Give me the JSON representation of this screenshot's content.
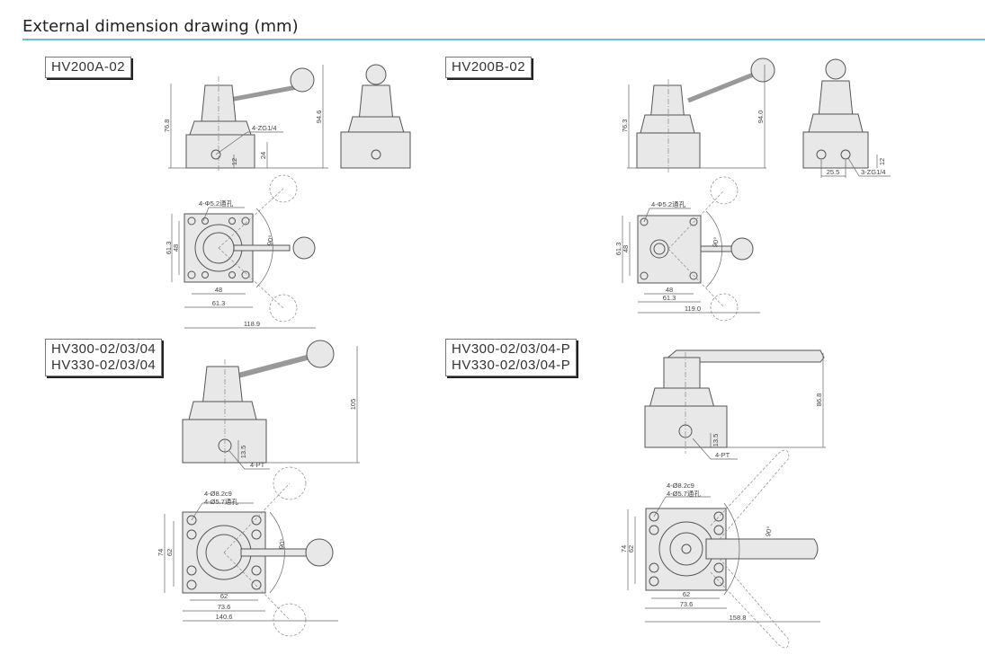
{
  "header": {
    "title": "External dimension drawing (mm)",
    "accent_color": "#6fbcd8"
  },
  "models": [
    {
      "labels": [
        "HV200A-02"
      ],
      "dims": {
        "height_body": "76.8",
        "height_total": "94.6",
        "port": "4-ZG1/4",
        "port_height": "12",
        "base_height": "24",
        "holes": "4-Φ5.2通孔",
        "inner": "48",
        "outer": "61.3",
        "inner_v": "48",
        "outer_v": "61.3",
        "total": "118.9",
        "angle": "90°"
      }
    },
    {
      "labels": [
        "HV200B-02"
      ],
      "dims": {
        "height_body": "76.3",
        "height_total": "94.0",
        "port_height": "12",
        "port_spacing": "25.5",
        "port": "3-ZG1/4",
        "holes": "4-Φ5.2通孔",
        "inner": "48",
        "outer": "61.3",
        "inner_v": "48",
        "outer_v": "61.3",
        "total": "119.0",
        "angle": "90°"
      }
    },
    {
      "labels": [
        "HV300-02/03/04",
        "HV330-02/03/04"
      ],
      "dims": {
        "height_total": "105",
        "port_height": "13.5",
        "port": "4-PT",
        "pin": "4-Ø8.2c9",
        "holes": "4-Ø5.7通孔",
        "inner": "62",
        "outer": "73.6",
        "inner_v": "62",
        "outer_v": "74",
        "total": "140.6",
        "angle": "90°"
      }
    },
    {
      "labels": [
        "HV300-02/03/04-P",
        "HV330-02/03/04-P"
      ],
      "dims": {
        "height_total": "86.8",
        "port_height": "13.5",
        "port": "4-PT",
        "pin": "4-Ø8.2c9",
        "holes": "4-Ø5.7通孔",
        "inner": "62",
        "outer": "73.6",
        "inner_v": "62",
        "outer_v": "74",
        "total": "158.8",
        "angle": "90°"
      }
    }
  ]
}
